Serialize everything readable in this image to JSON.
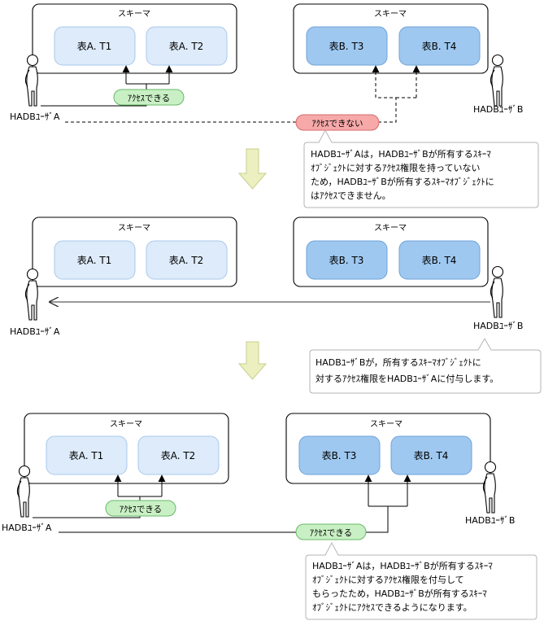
{
  "schema_label": "スキーマ",
  "sections": [
    {
      "schema_a": {
        "label": "スキーマ",
        "tables": [
          "表A. T1",
          "表A. T2"
        ]
      },
      "schema_b": {
        "label": "スキーマ",
        "tables": [
          "表B. T3",
          "表B. T4"
        ]
      },
      "user_a": "HADBﾕｰｻﾞA",
      "user_b": "HADBﾕｰｻﾞB",
      "pill_ok": "ｱｸｾｽできる",
      "pill_ng": "ｱｸｾｽできない",
      "note": [
        "HADBﾕｰｻﾞAは，HADBﾕｰｻﾞBが所有するｽｷｰﾏ",
        "ｵﾌﾞｼﾞｪｸﾄに対するｱｸｾｽ権限を持っていない",
        "ため，HADBﾕｰｻﾞBが所有するｽｷｰﾏｵﾌﾞｼﾞｪｸﾄに",
        "はｱｸｾｽできません。"
      ]
    },
    {
      "schema_a": {
        "label": "スキーマ",
        "tables": [
          "表A. T1",
          "表A. T2"
        ]
      },
      "schema_b": {
        "label": "スキーマ",
        "tables": [
          "表B. T3",
          "表B. T4"
        ]
      },
      "user_a": "HADBﾕｰｻﾞA",
      "user_b": "HADBﾕｰｻﾞB",
      "note": [
        "HADBﾕｰｻﾞBが，所有するｽｷｰﾏｵﾌﾞｼﾞｪｸﾄに",
        "対するｱｸｾｽ権限をHADBﾕｰｻﾞAに付与します。"
      ]
    },
    {
      "schema_a": {
        "label": "スキーマ",
        "tables": [
          "表A. T1",
          "表A. T2"
        ]
      },
      "schema_b": {
        "label": "スキーマ",
        "tables": [
          "表B. T3",
          "表B. T4"
        ]
      },
      "user_a": "HADBﾕｰｻﾞA",
      "user_b": "HADBﾕｰｻﾞB",
      "pill_ok_a": "ｱｸｾｽできる",
      "pill_ok_b": "ｱｸｾｽできる",
      "note": [
        "HADBﾕｰｻﾞAは，HADBﾕｰｻﾞBが所有するｽｷｰﾏ",
        "ｵﾌﾞｼﾞｪｸﾄに対するｱｸｾｽ権限を付与して",
        "もらったため，HADBﾕｰｻﾞBが所有するｽｷｰﾏ",
        "ｵﾌﾞｼﾞｪｸﾄにｱｸｾｽできるようになります。"
      ]
    }
  ],
  "colors": {
    "table_a_fill": "#ddebfa",
    "table_a_stroke": "#a9c8ec",
    "table_b_fill": "#9ec8f0",
    "table_b_stroke": "#6fa3d8",
    "pill_ok_fill": "#c9f0c4",
    "pill_ok_stroke": "#69b86a",
    "pill_ng_fill": "#f7a9a9",
    "pill_ng_stroke": "#d46a6a",
    "down_arrow_fill": "#ecf0c0",
    "down_arrow_stroke": "#c8cf8c"
  }
}
